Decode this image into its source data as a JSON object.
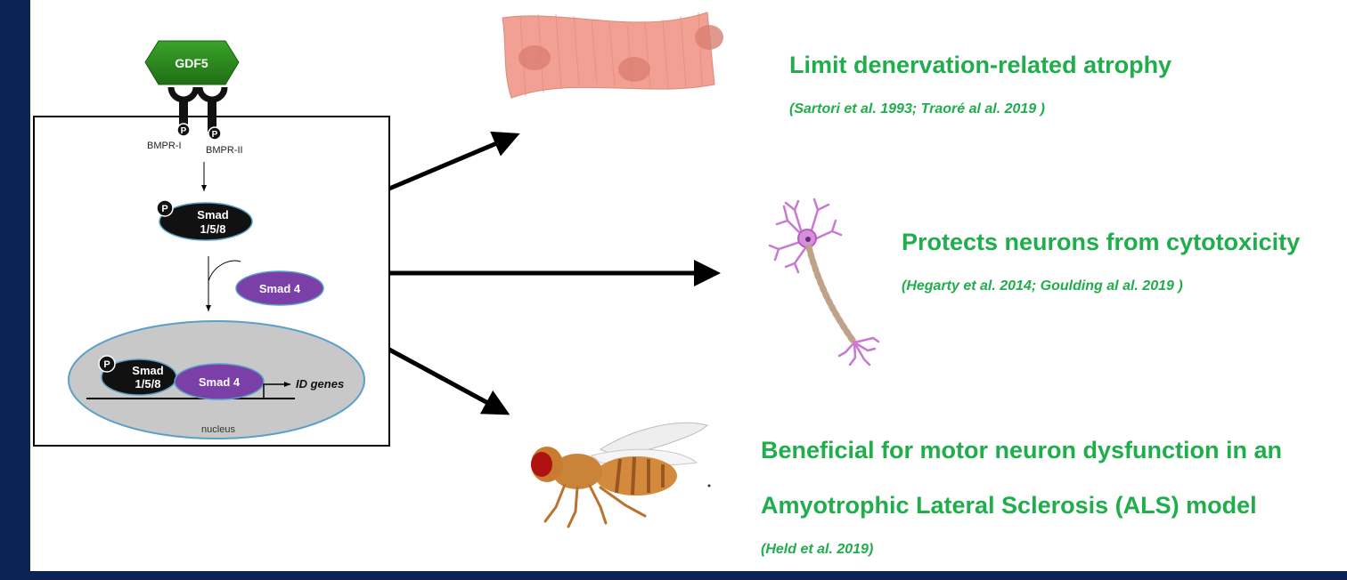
{
  "diagram": {
    "ligand": "GDF5",
    "receptor_1": "BMPR-I",
    "receptor_2": "BMPR-II",
    "phospho": "P",
    "smad158_line1": "Smad",
    "smad158_line2": "1/5/8",
    "smad4": "Smad 4",
    "target_genes": "ID genes",
    "nucleus": "nucleus"
  },
  "effects": [
    {
      "title": "Limit denervation-related atrophy",
      "citation": "(Sartori et al. 1993; Traoré al al. 2019 )"
    },
    {
      "title": "Protects neurons from cytotoxicity",
      "citation": "(Hegarty et al. 2014; Goulding al al. 2019 )"
    },
    {
      "title_line1": "Beneficial for motor neuron dysfunction in an",
      "title_line2": "Amyotrophic Lateral Sclerosis (ALS) model",
      "citation": "(Held et al. 2019)"
    }
  ],
  "icons": [
    "muscle-fiber-icon",
    "neuron-icon",
    "fruit-fly-icon"
  ],
  "colors": {
    "accent_green": "#1fae4b",
    "frame_navy": "#0b2457",
    "gdf5_green": "#2e8b1e",
    "smad4_purple": "#7b3fa8"
  }
}
